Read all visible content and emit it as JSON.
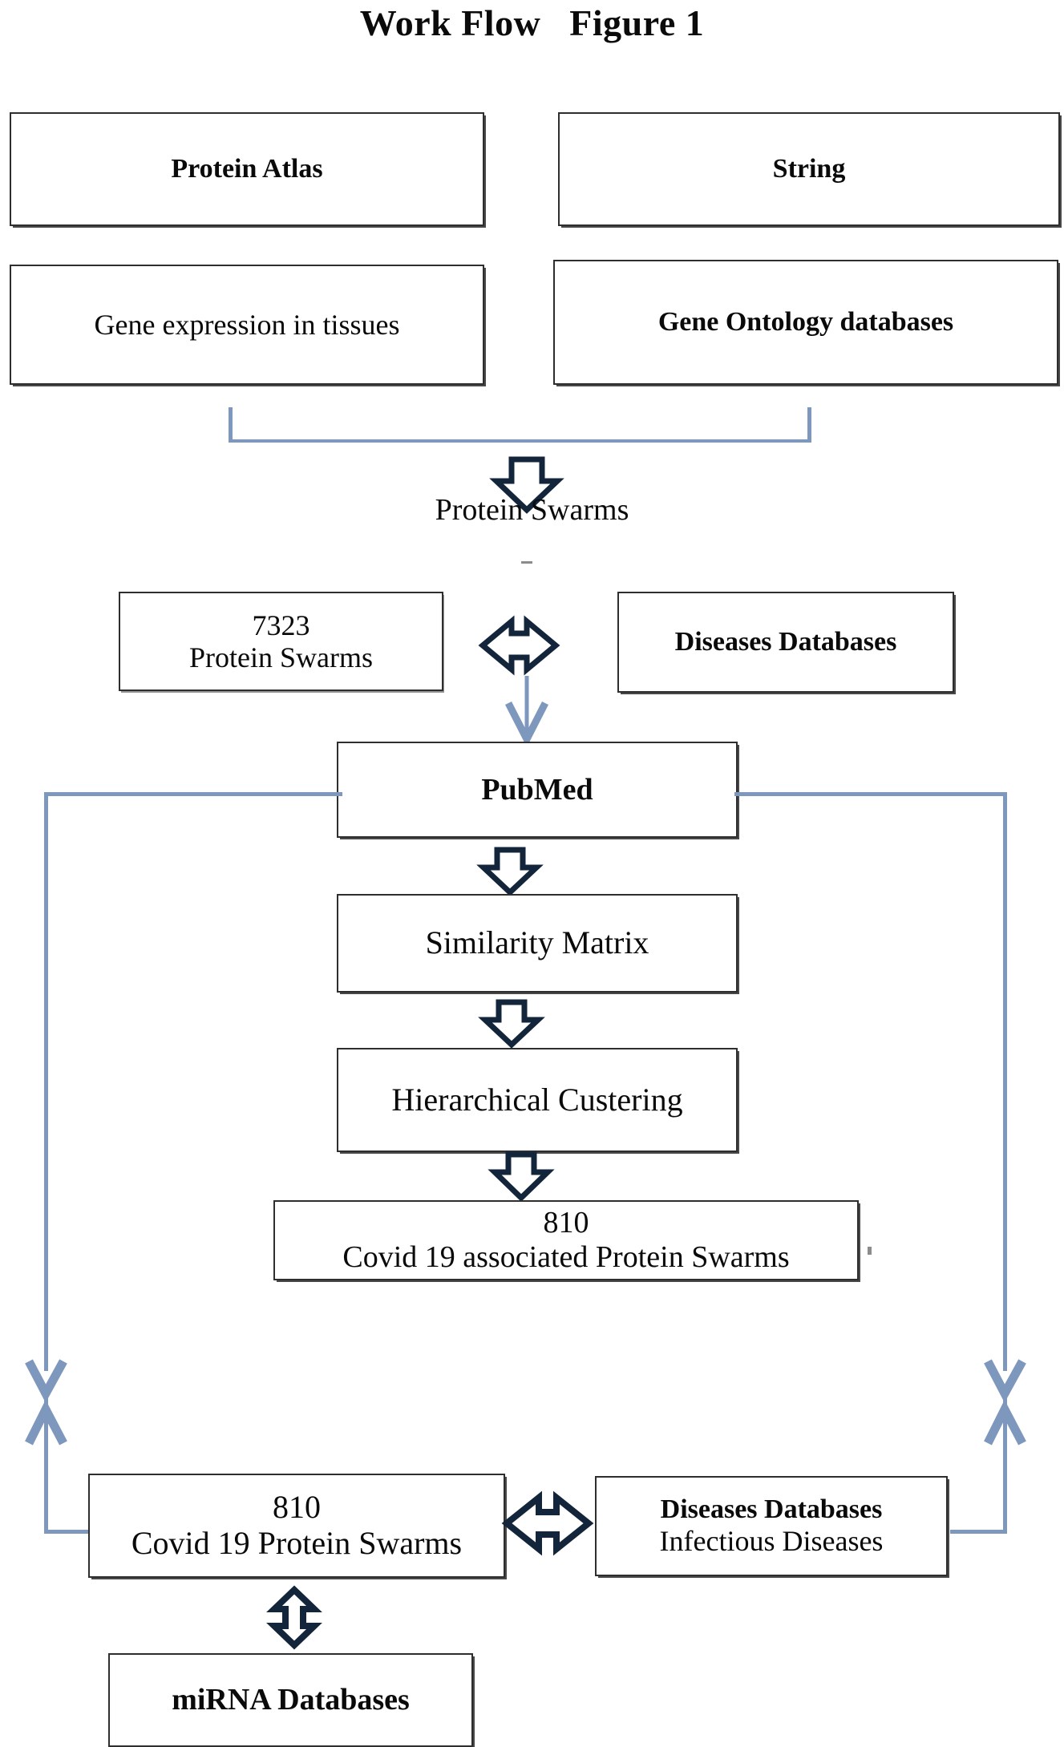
{
  "figure": {
    "title": "Work Flow   Figure 1"
  },
  "colors": {
    "box_border": "#2e2e2e",
    "connector_blue": "#7e97bd",
    "arrow_outline": "#13253a",
    "text": "#0a0a0a",
    "background": "#ffffff"
  },
  "nodes": {
    "protein_atlas": {
      "label": "Protein Atlas"
    },
    "string": {
      "label": "String"
    },
    "gene_expression": {
      "label": "Gene expression in tissues"
    },
    "gene_ontology": {
      "label": "Gene Ontology databases"
    },
    "protein_swarms_label": {
      "label": "Protein Swarms"
    },
    "swarms_7323": {
      "count": "7323",
      "label": "Protein Swarms"
    },
    "diseases_databases_top": {
      "label": "Diseases Databases"
    },
    "pubmed": {
      "label": "PubMed"
    },
    "similarity_matrix": {
      "label": "Similarity Matrix"
    },
    "hierarchical_clustering": {
      "label": "Hierarchical Custering"
    },
    "covid_associated_swarms": {
      "count": "810",
      "label": "Covid 19 associated Protein Swarms"
    },
    "covid_swarms_bottom": {
      "count": "810",
      "label": "Covid 19 Protein Swarms"
    },
    "diseases_databases_bottom": {
      "line1": "Diseases Databases",
      "line2": "Infectious Diseases"
    },
    "mirna_databases": {
      "label": "miRNA Databases"
    }
  },
  "icons": {
    "arrow_down_1": "arrow-down-icon",
    "arrow_down_pubmed": "arrow-down-icon",
    "arrow_down_similarity": "arrow-down-icon",
    "arrow_down_clustering": "arrow-down-icon",
    "arrow_left_right_top": "arrow-left-right-icon",
    "arrow_left_right_bottom": "arrow-left-right-icon",
    "arrow_up_down_mirna": "arrow-up-down-icon",
    "arrow_blue_down_pubmed": "arrow-down-thin-icon",
    "left_loop_down": "arrow-down-thin-icon",
    "left_loop_up": "arrow-up-thin-icon",
    "right_loop_down": "arrow-down-thin-icon",
    "right_loop_up": "arrow-up-thin-icon",
    "bracket_merge": "bracket-merge-connector"
  }
}
